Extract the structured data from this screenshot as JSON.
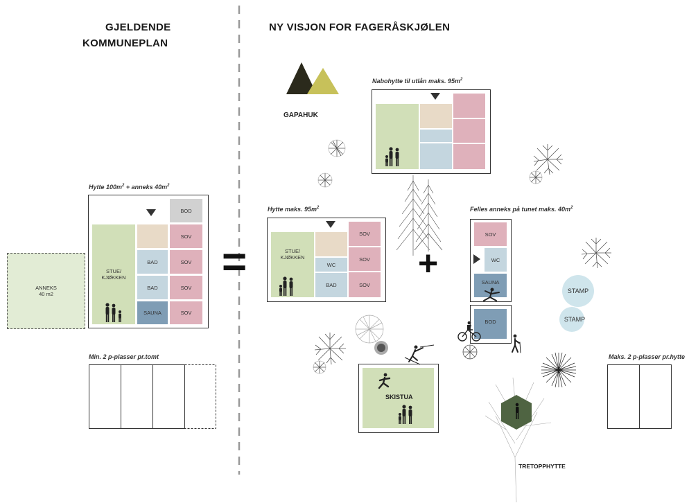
{
  "left": {
    "title_line1": "GJELDENDE",
    "title_line2": "KOMMUNEPLAN",
    "hytte_caption": "Hytte 100m",
    "hytte_caption_sup": "2",
    "hytte_caption_rest": " + anneks 40m",
    "hytte_caption_sup2": "2",
    "rooms": {
      "bod": "BOD",
      "sov": "SOV",
      "bad": "BAD",
      "sauna": "SAUNA",
      "stue_1": "STUE/",
      "stue_2": "KJØKKEN"
    },
    "anneks_1": "ANNEKS",
    "anneks_2": "40 m2",
    "parking_caption": "Min. 2 p-plasser pr.tomt"
  },
  "equals": "=",
  "plus": "+",
  "right": {
    "title": "NY VISJON FOR FAGERÅSKJØLEN",
    "gapahuk": "GAPAHUK",
    "nabo_caption": "Nabohytte til utlån maks. 95m",
    "nabo_caption_sup": "2",
    "hytte_caption": "Hytte maks. 95m",
    "hytte_caption_sup": "2",
    "hytte_rooms": {
      "stue_1": "STUE/",
      "stue_2": "KJØKKEN",
      "wc": "WC",
      "bad": "BAD",
      "sov": "SOV"
    },
    "anneks_caption": "Felles anneks på tunet  maks. 40m",
    "anneks_caption_sup": "2",
    "anneks_rooms": {
      "sov": "SOV",
      "wc": "WC",
      "sauna": "SAUNA",
      "bod": "BOD"
    },
    "stamp_1": "STAMP",
    "stamp_2": "STAMP",
    "skistua": "SKISTUA",
    "tretopphytte": "TRETOPPHYTTE",
    "parking_caption": "Maks. 2 p-plasser pr.hytte"
  },
  "colors": {
    "sov": "#dfb1bb",
    "bad": "#c4d6df",
    "stue": "#d1dfb8",
    "sauna": "#7f9db5",
    "bod": "#d1d1d1",
    "gapahuk_dark": "#2b2a1c",
    "gapahuk_light": "#c7c15a",
    "tree_house": "#4f6442"
  }
}
